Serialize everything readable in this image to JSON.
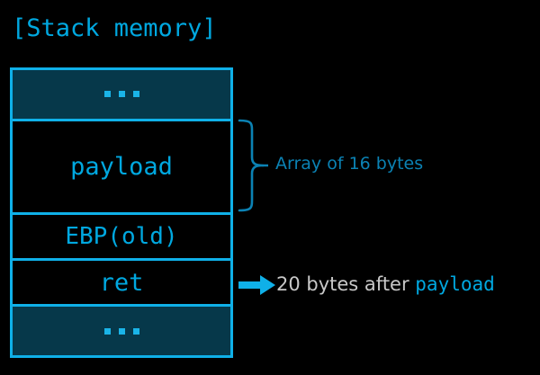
{
  "title": "[Stack memory]",
  "colors": {
    "background": "#000000",
    "accent_cyan": "#00a8e0",
    "border_cyan": "#0fb0e8",
    "fill_teal": "#06384a",
    "brace_cyan": "#0b82b4",
    "annotation_gray": "#c8c8c8"
  },
  "stack": {
    "rows": [
      {
        "label": "...",
        "kind": "ellipsis",
        "filled": true
      },
      {
        "label": "payload",
        "kind": "text",
        "filled": false
      },
      {
        "label": "EBP(old)",
        "kind": "text",
        "filled": false
      },
      {
        "label": "ret",
        "kind": "text",
        "filled": false
      },
      {
        "label": "...",
        "kind": "ellipsis",
        "filled": true
      }
    ]
  },
  "annotations": {
    "array": {
      "text": "Array of 16 bytes",
      "marker": "curly-brace"
    },
    "ret": {
      "prefix": "20 bytes after ",
      "code": "payload",
      "marker": "right-arrow"
    }
  }
}
